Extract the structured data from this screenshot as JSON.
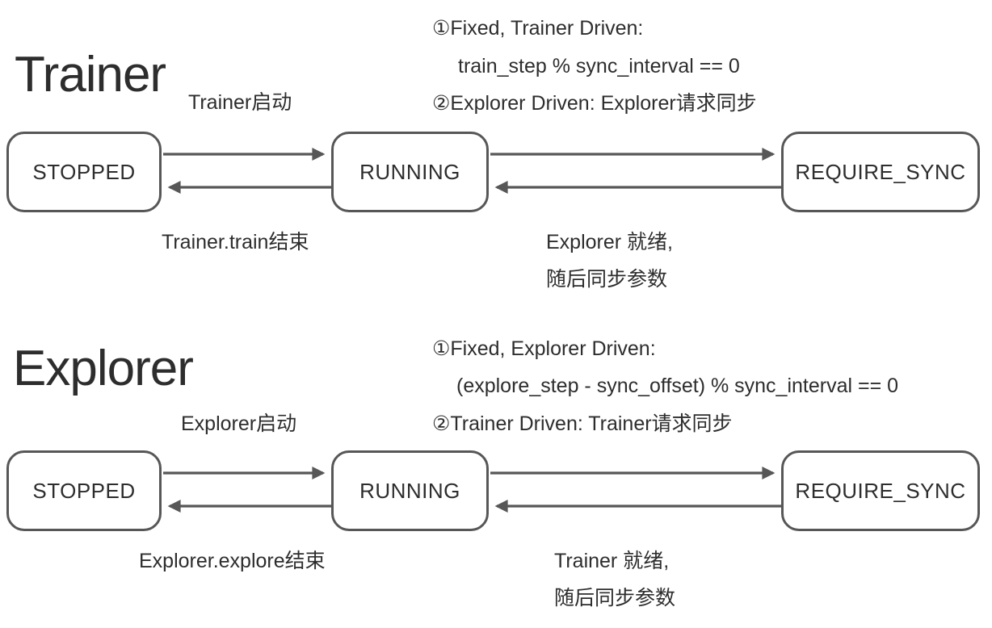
{
  "colors": {
    "stroke": "#575757",
    "text": "#2d2d2d",
    "bg": "#ffffff"
  },
  "sections": [
    {
      "title": "Trainer",
      "annotation": {
        "line1": "①Fixed, Trainer Driven:",
        "line2": "train_step % sync_interval == 0",
        "line3": "②Explorer Driven: Explorer请求同步"
      },
      "states": {
        "stopped": "STOPPED",
        "running": "RUNNING",
        "require_sync": "REQUIRE_SYNC"
      },
      "transitions": {
        "start_label": "Trainer启动",
        "stop_label": "Trainer.train结束",
        "ready_line1": "Explorer 就绪,",
        "ready_line2": "随后同步参数"
      }
    },
    {
      "title": "Explorer",
      "annotation": {
        "line1": "①Fixed, Explorer Driven:",
        "line2": "(explore_step - sync_offset) % sync_interval == 0",
        "line3": "②Trainer Driven: Trainer请求同步"
      },
      "states": {
        "stopped": "STOPPED",
        "running": "RUNNING",
        "require_sync": "REQUIRE_SYNC"
      },
      "transitions": {
        "start_label": "Explorer启动",
        "stop_label": "Explorer.explore结束",
        "ready_line1": "Trainer 就绪,",
        "ready_line2": "随后同步参数"
      }
    }
  ]
}
